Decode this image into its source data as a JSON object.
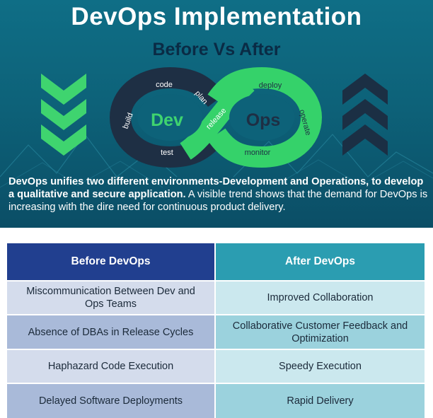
{
  "header": {
    "title": "DevOps Implementation",
    "subtitle": "Before Vs After"
  },
  "loop": {
    "dev_label": "Dev",
    "ops_label": "Ops",
    "stages": [
      "code",
      "plan",
      "build",
      "test",
      "release",
      "deploy",
      "operate",
      "monitor"
    ]
  },
  "description": {
    "lead": "DevOps unifies two different environments-Development and Operations, to develop a qualitative and secure application.",
    "rest": "A visible trend shows that the demand for DevOps is increasing with the dire need for continuous product delivery."
  },
  "comparison": {
    "headers": {
      "before": "Before DevOps",
      "after": "After DevOps"
    },
    "rows": [
      {
        "before": "Miscommunication Between Dev and Ops Teams",
        "after": "Improved Collaboration"
      },
      {
        "before": "Absence of DBAs in Release Cycles",
        "after": "Collaborative Customer Feedback and Optimization"
      },
      {
        "before": "Haphazard Code Execution",
        "after": "Speedy Execution"
      },
      {
        "before": "Delayed Software Deployments",
        "after": "Rapid Delivery"
      }
    ]
  },
  "colors": {
    "dev_loop": "#1e2f44",
    "ops_loop": "#35d26a",
    "before_header": "#213f8f",
    "after_header": "#2b9db1"
  }
}
